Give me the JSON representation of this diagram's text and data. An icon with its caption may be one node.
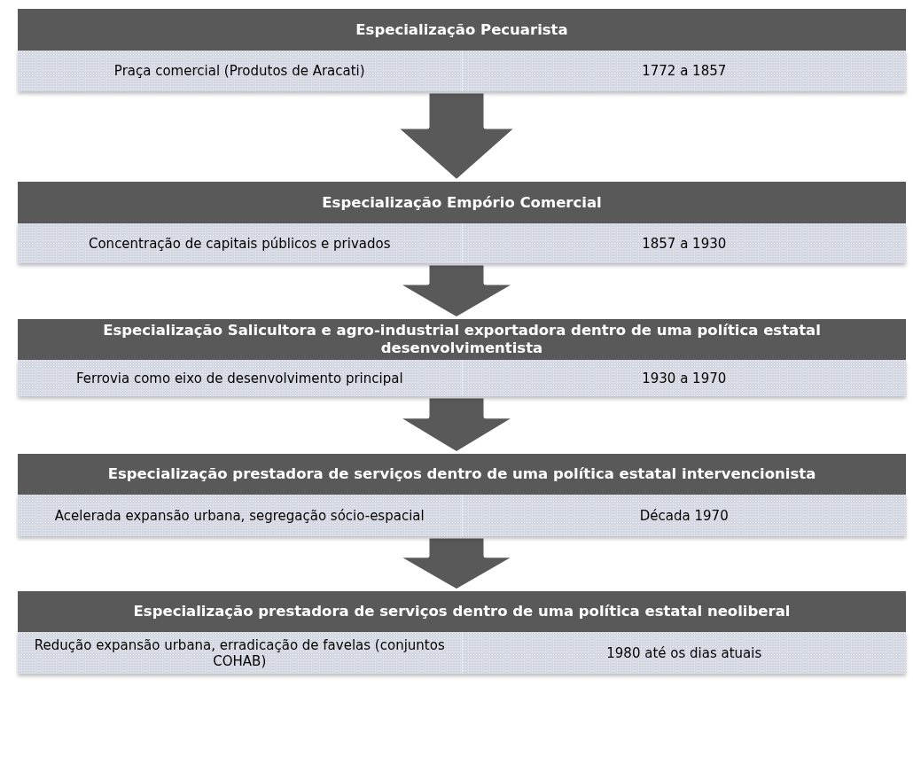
{
  "diagram": {
    "nodes": [
      {
        "text": [
          "Especialização Pecuarista"
        ]
      },
      {
        "text": [
          "Praça comercial (Produtos de Aracati)",
          "1772 a 1857"
        ]
      },
      {
        "text": [
          "Especialização Empório Comercial"
        ]
      },
      {
        "text": [
          "Concentração de capitais públicos e privados",
          "1857 a 1930"
        ]
      },
      {
        "text": [
          "Especialização Salicultora e agro-industrial exportadora dentro de uma política estatal desenvolvimentista"
        ]
      },
      {
        "text": [
          "Ferrovia como eixo de desenvolvimento principal",
          "1930 a 1970"
        ]
      },
      {
        "text": [
          "Especialização prestadora de serviços dentro de uma política estatal intervencionista"
        ]
      },
      {
        "text": [
          "Acelerada expansão urbana, segregação sócio-espacial",
          "Década 1970"
        ]
      },
      {
        "text": [
          "Especialização prestadora de serviços dentro de uma política estatal neoliberal"
        ]
      },
      {
        "text": [
          "Redução expansão urbana, erradicação de favelas (conjuntos COHAB)",
          "1980 até os dias atuais"
        ]
      }
    ],
    "edges": [
      {
        "from": 1,
        "to": 2,
        "arrow": "to"
      },
      {
        "from": 3,
        "to": 4,
        "arrow": "to"
      },
      {
        "from": 5,
        "to": 6,
        "arrow": "to"
      },
      {
        "from": 7,
        "to": 8,
        "arrow": "to"
      }
    ]
  }
}
